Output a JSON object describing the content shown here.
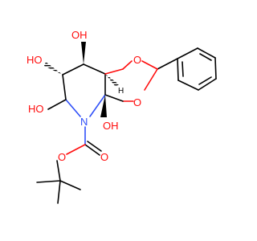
{
  "figure": {
    "kind": "chemical structure",
    "colors": {
      "bond": "#000000",
      "oxygen": "#ff0d0d",
      "nitrogen": "#3050f8",
      "background": "#ffffff"
    },
    "labels": {
      "oh_top": "OH",
      "ho_left_upper": "HO",
      "ho_left_lower": "HO",
      "oh_bridge": "OH",
      "o_ring_upper": "O",
      "o_ring_lower": "O",
      "n_ring": "N",
      "o_carbonyl": "O",
      "o_ester": "O",
      "h_stereo": "H"
    }
  }
}
